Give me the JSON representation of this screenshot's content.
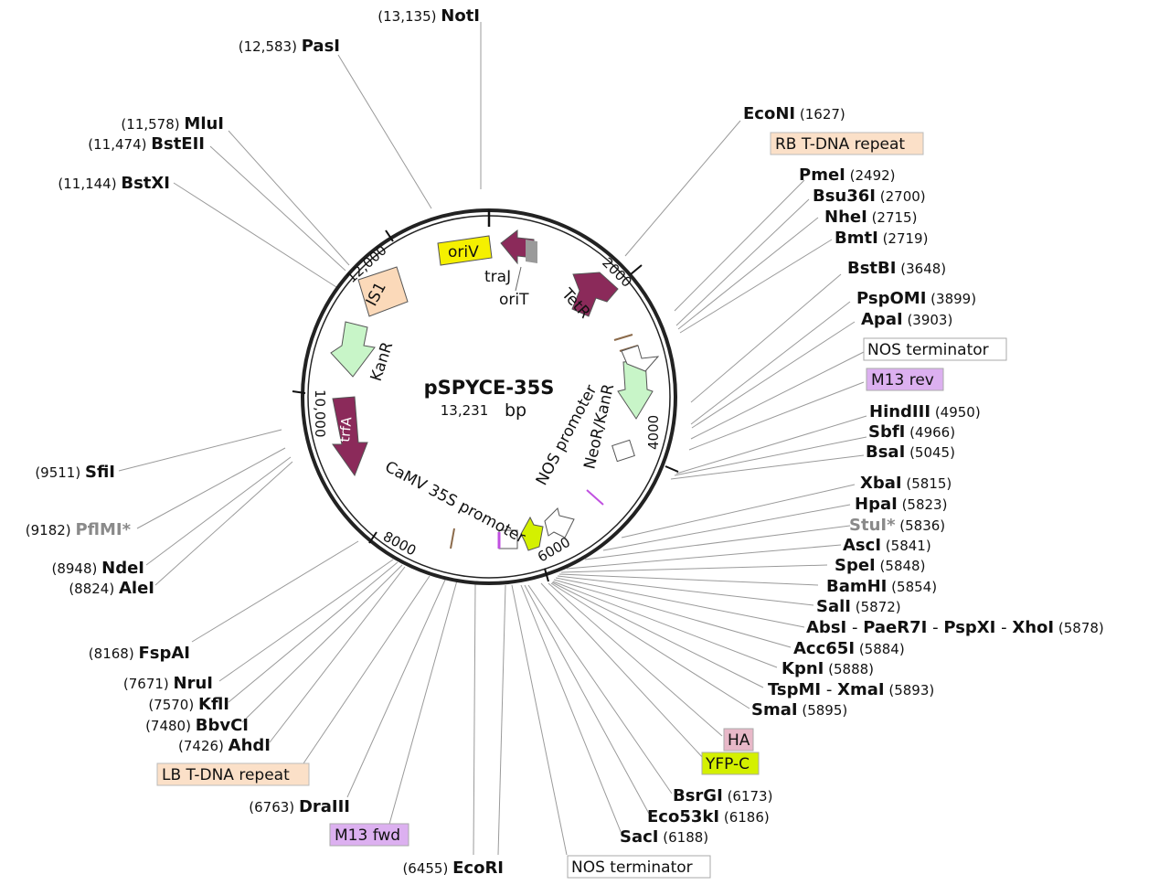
{
  "map": {
    "name": "pSPYCE-35S",
    "length_number": "13,231",
    "length_unit": "bp"
  },
  "ticks": [
    "2000",
    "4000",
    "6000",
    "8000",
    "10,000",
    "12,000"
  ],
  "inner_labels": {
    "trfA": "trfA",
    "KanR": "KanR",
    "IS1": "IS1",
    "oriV": "oriV",
    "traJ": "traJ",
    "oriT": "oriT",
    "TetR": "TetR",
    "NOS_promoter": "NOS promoter",
    "NeoR_KanR": "NeoR/KanR",
    "CaMV": "CaMV 35S promoter"
  },
  "sites_left": [
    {
      "name": "NotI",
      "pos": "(13,135)"
    },
    {
      "name": "PasI",
      "pos": "(12,583)"
    },
    {
      "name": "MluI",
      "pos": "(11,578)"
    },
    {
      "name": "BstEII",
      "pos": "(11,474)"
    },
    {
      "name": "BstXI",
      "pos": "(11,144)"
    },
    {
      "name": "SfiI",
      "pos": "(9511)"
    },
    {
      "name": "PflMI*",
      "pos": "(9182)"
    },
    {
      "name": "NdeI",
      "pos": "(8948)"
    },
    {
      "name": "AleI",
      "pos": "(8824)"
    },
    {
      "name": "FspAI",
      "pos": "(8168)"
    },
    {
      "name": "NruI",
      "pos": "(7671)"
    },
    {
      "name": "KflI",
      "pos": "(7570)"
    },
    {
      "name": "BbvCI",
      "pos": "(7480)"
    },
    {
      "name": "AhdI",
      "pos": "(7426)"
    },
    {
      "name": "DraIII",
      "pos": "(6763)"
    },
    {
      "name": "EcoRI",
      "pos": "(6455)"
    }
  ],
  "sites_right": [
    {
      "name": "EcoNI",
      "pos": "(1627)"
    },
    {
      "name": "PmeI",
      "pos": "(2492)"
    },
    {
      "name": "Bsu36I",
      "pos": "(2700)"
    },
    {
      "name": "NheI",
      "pos": "(2715)"
    },
    {
      "name": "BmtI",
      "pos": "(2719)"
    },
    {
      "name": "BstBI",
      "pos": "(3648)"
    },
    {
      "name": "PspOMI",
      "pos": "(3899)"
    },
    {
      "name": "ApaI",
      "pos": "(3903)"
    },
    {
      "name": "HindIII",
      "pos": "(4950)"
    },
    {
      "name": "SbfI",
      "pos": "(4966)"
    },
    {
      "name": "BsaI",
      "pos": "(5045)"
    },
    {
      "name": "XbaI",
      "pos": "(5815)"
    },
    {
      "name": "HpaI",
      "pos": "(5823)"
    },
    {
      "name": "StuI*",
      "pos": "(5836)"
    },
    {
      "name": "AscI",
      "pos": "(5841)"
    },
    {
      "name": "SpeI",
      "pos": "(5848)"
    },
    {
      "name": "BamHI",
      "pos": "(5854)"
    },
    {
      "name": "SalI",
      "pos": "(5872)"
    },
    {
      "name": "AbsI",
      "name2": "PaeR7I",
      "name3": "PspXI",
      "name4": "XhoI",
      "sep": "-",
      "pos": "(5878)"
    },
    {
      "name": "Acc65I",
      "pos": "(5884)"
    },
    {
      "name": "KpnI",
      "pos": "(5888)"
    },
    {
      "name": "TspMI",
      "name2": "XmaI",
      "sep": "-",
      "pos": "(5893)"
    },
    {
      "name": "SmaI",
      "pos": "(5895)"
    },
    {
      "name": "BsrGI",
      "pos": "(6173)"
    },
    {
      "name": "Eco53kI",
      "pos": "(6186)"
    },
    {
      "name": "SacI",
      "pos": "(6188)"
    }
  ],
  "feature_boxes": {
    "rb": "RB T-DNA repeat",
    "nos_term_top": "NOS terminator",
    "m13rev": "M13 rev",
    "ha": "HA",
    "yfpc": "YFP-C",
    "lb": "LB T-DNA repeat",
    "m13fwd": "M13 fwd",
    "nos_term_bottom": "NOS terminator"
  },
  "colors": {
    "trfA": "#8b2a5a",
    "TetR": "#8b2a5a",
    "traJ": "#8b2a5a",
    "KanR": "#c8f5c8",
    "NeoR": "#c8f5c8",
    "oriV": "#f5f000",
    "IS1": "#fbd9b9",
    "RB": "#fbe0c8",
    "LB": "#fbe0c8",
    "M13": "#dcb0f0",
    "HA": "#e8b8c8",
    "YFP": "#d4f000",
    "NOS_box": "#ffffff"
  }
}
